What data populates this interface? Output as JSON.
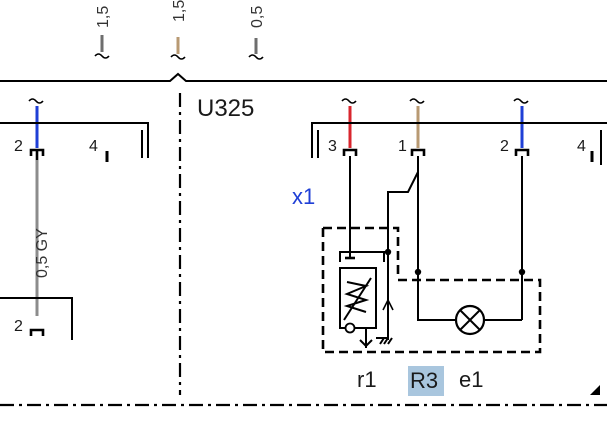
{
  "component": {
    "id": "U325",
    "connector": "x1",
    "elements": [
      "r1",
      "R3",
      "e1"
    ],
    "highlighted": "R3",
    "highlight_color": "#a9c6de"
  },
  "wires": {
    "top": [
      {
        "label": "1,5",
        "color": "#6e6e6e"
      },
      {
        "label": "1,5",
        "color": "#b89a73"
      },
      {
        "label": "0,5",
        "color": "#6e6e6e"
      }
    ],
    "left_vertical_label": "0,5 GY",
    "colors": {
      "blue": "#1f3fd6",
      "red": "#d8262e",
      "tan": "#b89a73",
      "gray": "#8c8c8c"
    }
  },
  "pins": {
    "left_upper": [
      "2",
      "4"
    ],
    "left_lower": [
      "2"
    ],
    "right": [
      "3",
      "1",
      "2",
      "4"
    ]
  },
  "icons": [
    "continuation-tilde-icon",
    "lamp-icon",
    "ptc-resistor-icon",
    "ground-icon",
    "page-corner-arrow-icon"
  ]
}
